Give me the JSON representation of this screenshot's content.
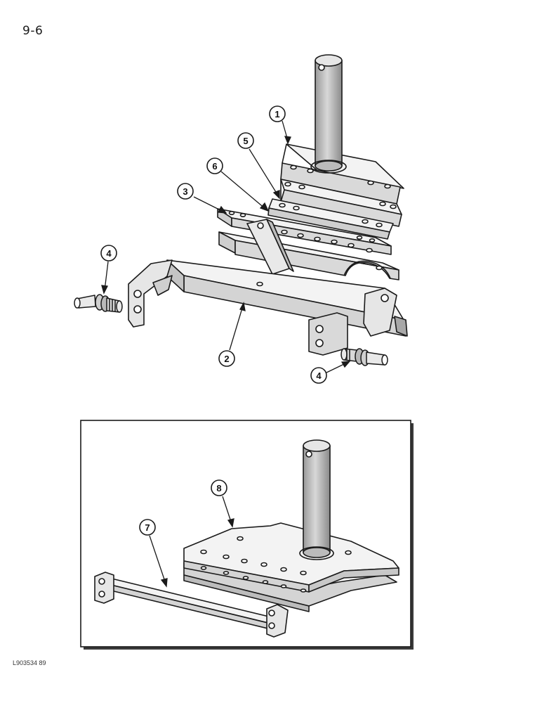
{
  "page": {
    "page_number": "9-6",
    "drawing_reference": "L903534 89"
  },
  "callouts": {
    "c1": "1",
    "c2": "2",
    "c3": "3",
    "c4a": "4",
    "c4b": "4",
    "c5": "5",
    "c6": "6",
    "c7": "7",
    "c8": "8"
  },
  "colors": {
    "line": "#1a1a1a",
    "fill_light": "#f3f3f3",
    "fill_mid": "#d9d9d9",
    "fill_dark": "#b3b3b3",
    "inset_shadow": "#3a3a3a"
  }
}
